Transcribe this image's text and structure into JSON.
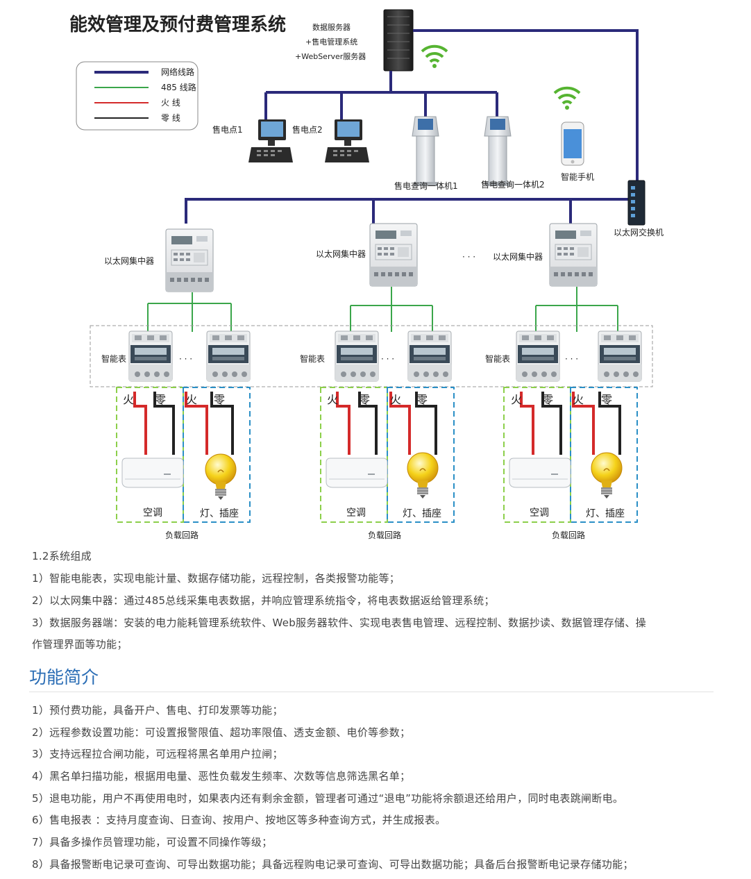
{
  "diagram": {
    "title": "能效管理及预付费管理系统",
    "server_label": [
      "数据服务器",
      "+售电管理系统",
      "+WebServer服务器"
    ],
    "legend": [
      {
        "label": "网络线路",
        "color": "#2b2a7a"
      },
      {
        "label": "485 线路",
        "color": "#3aa64a"
      },
      {
        "label": "火 线",
        "color": "#d42a2a"
      },
      {
        "label": "零 线",
        "color": "#222222"
      }
    ],
    "pos1": "售电点1",
    "pos2": "售电点2",
    "kiosk1": "售电查询一体机1",
    "kiosk2": "售电查询一体机2",
    "phone": "智能手机",
    "switch": "以太网交换机",
    "concentrator": "以太网集中器",
    "dots": "· · ·",
    "smart_meter": "智能表",
    "fire": "火",
    "neutral": "零",
    "ac": "空调",
    "lamp": "灯、插座",
    "load_loop": "负载回路"
  },
  "composition": {
    "heading": "1.2系统组成",
    "lines": [
      "1）智能电能表，实现电能计量、数据存储功能，远程控制，各类报警功能等；",
      "2）以太网集中器：通过485总线采集电表数据，并响应管理系统指令，将电表数据返给管理系统；",
      "3）数据服务器端：安装的电力能耗管理系统软件、Web服务器软件、实现电表售电管理、远程控制、数据抄读、数据管理存储、操",
      "作管理界面等功能；"
    ]
  },
  "features": {
    "heading": "功能简介",
    "items": [
      "1）预付费功能，具备开户、售电、打印发票等功能；",
      "2）远程参数设置功能：可设置报警限值、超功率限值、透支金额、电价等参数；",
      "3）支持远程拉合闸功能，可远程将黑名单用户拉闸；",
      "4）黑名单扫描功能，根据用电量、恶性负载发生频率、次数等信息筛选黑名单；",
      "5）退电功能，用户不再使用电时，如果表内还有剩余金额，管理者可通过“退电”功能将余额退还给用户，同时电表跳闸断电。",
      "6）售电报表 ：支持月度查询、日查询、按用户、按地区等多种查询方式，并生成报表。",
      "7）具备多操作员管理功能，可设置不同操作等级；",
      "8）具备报警断电记录可查询、可导出数据功能；具备远程购电记录可查询、可导出数据功能；具备后台报警断电记录存储功能；"
    ]
  }
}
